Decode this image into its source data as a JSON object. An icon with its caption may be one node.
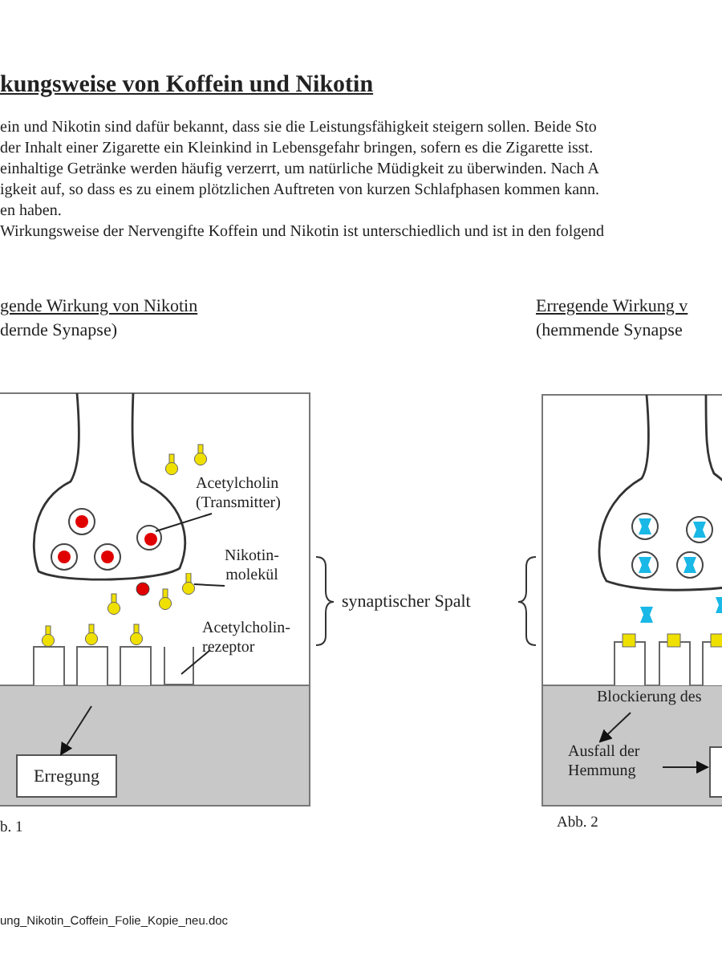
{
  "diagram": {
    "title": "kungsweise von Koffein und Nikotin",
    "nodes": [
      {
        "text": [
          "Acetylcholin (Transmitter)"
        ]
      },
      {
        "text": [],
        "shape": "circle"
      },
      {
        "text": [
          "Nikotin-molekül"
        ]
      },
      {
        "text": [],
        "shape": "circle"
      },
      {
        "text": [
          "Acetylcholin-rezeptor"
        ]
      },
      {
        "text": [],
        "shape": "box"
      },
      {
        "text": [
          "Erregung"
        ]
      },
      {
        "text": [
          "Blockierung des"
        ]
      },
      {
        "text": [
          "Ausfall der Hemmung"
        ]
      },
      {
        "text": [],
        "shape": "box"
      }
    ],
    "edges": [
      {
        "from": 0,
        "to": 1,
        "arrow": "none"
      },
      {
        "from": 2,
        "to": 3,
        "arrow": "none"
      },
      {
        "from": 4,
        "to": 5,
        "arrow": "none"
      },
      {
        "from": null,
        "to": 6,
        "arrow": "to"
      },
      {
        "from": 7,
        "to": 8,
        "arrow": "to"
      },
      {
        "from": 8,
        "to": 9,
        "arrow": "to"
      }
    ],
    "labels": [
      "ein und Nikotin sind dafür bekannt, dass sie die Leistungsfähigkeit steigern sollen. Beide Sto",
      "der Inhalt einer Zigarette ein Kleinkind in Lebensgefahr bringen, sofern es die Zigarette isst.",
      "einhaltige Getränke werden häufig verzerrt, um natürliche Müdigkeit zu überwinden. Nach A",
      "igkeit auf, so dass es zu einem plötzlichen Auftreten von kurzen Schlafphasen kommen kann.",
      "en haben.",
      "Wirkungsweise der Nervengifte Koffein und Nikotin ist unterschiedlich und ist in den folgend",
      "gende Wirkung von Nikotin",
      "dernde Synapse)",
      "Erregende Wirkung v",
      "(hemmende Synapse",
      "synaptischer Spalt",
      "b. 1",
      "Abb. 2",
      "ung_Nikotin_Coffein_Folie_Kopie_neu.doc"
    ]
  }
}
